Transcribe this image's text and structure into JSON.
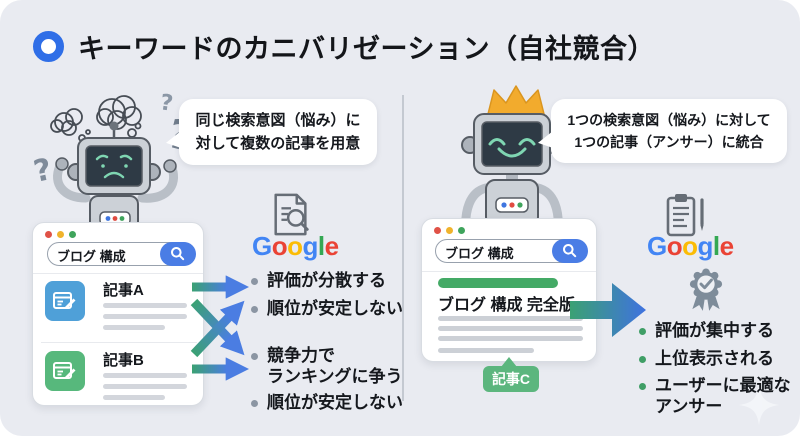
{
  "title": "キーワードのカニバリゼーション（自社競合）",
  "google": {
    "letters": [
      {
        "ch": "G",
        "color": "#4285F4"
      },
      {
        "ch": "o",
        "color": "#EA4335"
      },
      {
        "ch": "o",
        "color": "#FBBC05"
      },
      {
        "ch": "g",
        "color": "#4285F4"
      },
      {
        "ch": "l",
        "color": "#34A853"
      },
      {
        "ch": "e",
        "color": "#EA4335"
      }
    ]
  },
  "left": {
    "bubble_lines": [
      "同じ検索意図（悩み）に",
      "対して複数の記事を用意"
    ],
    "search_value": "ブログ 構成",
    "article_a": "記事A",
    "article_b": "記事B",
    "bullets_top": [
      "評価が分散する",
      "順位が安定しない"
    ],
    "bullets_bottom": [
      "競争力で\nランキングに争う",
      "順位が安定しない"
    ]
  },
  "right": {
    "bubble_lines": [
      "1つの検索意図（悩み）に対して",
      "1つの記事（アンサー）に統合"
    ],
    "search_value": "ブログ 構成",
    "article_title": "ブログ 構成 完全版",
    "article_tag": "記事C",
    "bullets": [
      "評価が集中する",
      "上位表示される",
      "ユーザーに最適な\nアンサー"
    ]
  },
  "icons": {
    "title_ring": "blue-ring",
    "search": "magnifier",
    "left_google": "document-with-magnifier",
    "right_google": "clipboard-with-pen",
    "badge": "award-rosette-check",
    "crown": "gold-crown",
    "sparkle": "four-point-star"
  },
  "palette": {
    "background": "#e9ebf1",
    "accent_blue": "#2f6ee7",
    "search_button_blue": "#4a7de5",
    "article_a_blue": "#4fa0d8",
    "article_b_green": "#57b87c",
    "tag_green": "#5cb67e",
    "arrow_gradient_start": "#3ba173",
    "arrow_gradient_end": "#4b7de2",
    "bullet_gray": "#8b95a3",
    "bullet_green": "#3f9e66"
  }
}
